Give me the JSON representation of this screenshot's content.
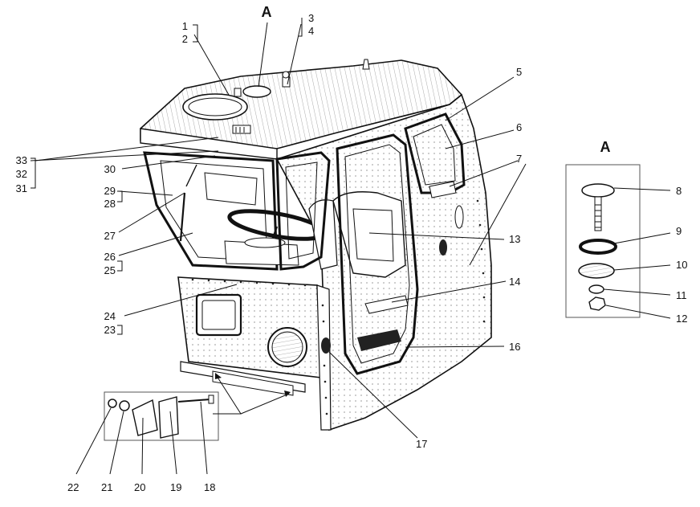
{
  "view_marks": {
    "main": "A",
    "detail": "A"
  },
  "callouts": [
    {
      "id": "c1",
      "text": "1"
    },
    {
      "id": "c2",
      "text": "2"
    },
    {
      "id": "c3",
      "text": "3"
    },
    {
      "id": "c4",
      "text": "4"
    },
    {
      "id": "c5",
      "text": "5"
    },
    {
      "id": "c6",
      "text": "6"
    },
    {
      "id": "c7",
      "text": "7"
    },
    {
      "id": "c8",
      "text": "8"
    },
    {
      "id": "c9",
      "text": "9"
    },
    {
      "id": "c10",
      "text": "10"
    },
    {
      "id": "c11",
      "text": "11"
    },
    {
      "id": "c12",
      "text": "12"
    },
    {
      "id": "c13",
      "text": "13"
    },
    {
      "id": "c14",
      "text": "14"
    },
    {
      "id": "c16",
      "text": "16"
    },
    {
      "id": "c17",
      "text": "17"
    },
    {
      "id": "c18",
      "text": "18"
    },
    {
      "id": "c19",
      "text": "19"
    },
    {
      "id": "c20",
      "text": "20"
    },
    {
      "id": "c21",
      "text": "21"
    },
    {
      "id": "c22",
      "text": "22"
    },
    {
      "id": "c23",
      "text": "23"
    },
    {
      "id": "c24",
      "text": "24"
    },
    {
      "id": "c25",
      "text": "25"
    },
    {
      "id": "c26",
      "text": "26"
    },
    {
      "id": "c27",
      "text": "27"
    },
    {
      "id": "c28",
      "text": "28"
    },
    {
      "id": "c29",
      "text": "29"
    },
    {
      "id": "c30",
      "text": "30"
    },
    {
      "id": "c31",
      "text": "31"
    },
    {
      "id": "c32",
      "text": "32"
    },
    {
      "id": "c33",
      "text": "33"
    }
  ]
}
